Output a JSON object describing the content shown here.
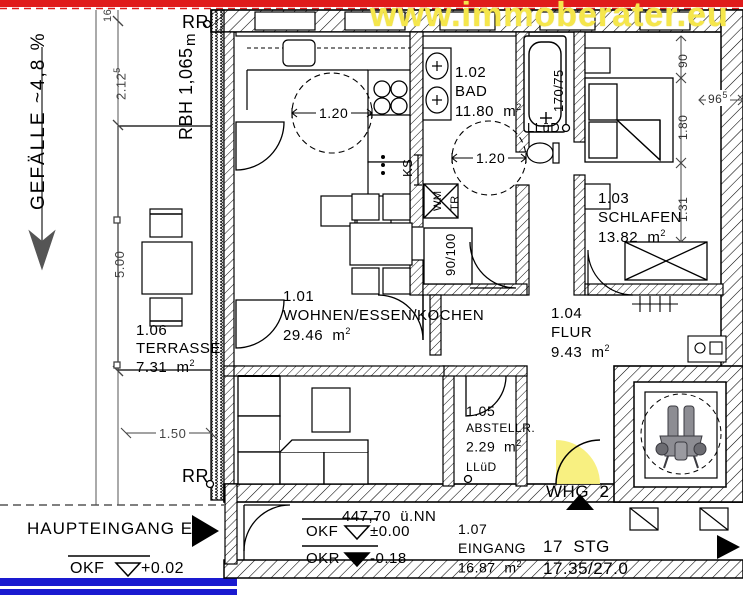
{
  "watermark": {
    "text": "www.immoberater.eu",
    "color": "#f5e64b"
  },
  "top_strip": {
    "color": "#e01b1b"
  },
  "bottom_strip": {
    "color": "#1a1ad0"
  },
  "rooms": [
    {
      "id": "room-101",
      "number": "1.01",
      "name": "WOHNEN/ESSEN/KOCHEN",
      "area": "29.46",
      "unit": "m"
    },
    {
      "id": "room-102",
      "number": "1.02",
      "name": "BAD",
      "area": "11.80",
      "unit": "m"
    },
    {
      "id": "room-103",
      "number": "1.03",
      "name": "SCHLAFEN",
      "area": "13.82",
      "unit": "m"
    },
    {
      "id": "room-104",
      "number": "1.04",
      "name": "FLUR",
      "area": "9.43",
      "unit": "m"
    },
    {
      "id": "room-105",
      "number": "1.05",
      "name": "ABSTELLR.",
      "area": "2.29",
      "unit": "m"
    },
    {
      "id": "room-106",
      "number": "1.06",
      "name": "TERRASSE",
      "area": "7.31",
      "unit": "m"
    },
    {
      "id": "room-107",
      "number": "1.07",
      "name": "EINGANG",
      "area": "16.87",
      "unit": "m"
    }
  ],
  "slope_note": {
    "text": "GEFÄLLE ~4,8 %"
  },
  "dimensions": {
    "d_16": "16",
    "d_212": "2.12",
    "d_212_sup": "5",
    "d_500": "5.00",
    "d_150": "1.50",
    "d_rbh": "RBH 1,065",
    "d_rbh_unit": "m",
    "d_90": "90",
    "d_965": "96",
    "d_965_sup": "5",
    "d_180": "1.80",
    "d_131": "1.31",
    "turn_circle_kitchen": "1.20",
    "turn_circle_bath": "1.20",
    "tub": "170/75",
    "shower": "90/100",
    "wm": "WM",
    "tr": "TR",
    "ks": "KS"
  },
  "markers": {
    "rr_top": "RR",
    "rr_bottom": "RR",
    "lluh_bath": "LLüD",
    "lluh_store": "LLüD",
    "whg": "WHG  2"
  },
  "levels": {
    "main_entrance": "HAUPTEINGANG EG",
    "okf_left_label": "OKF",
    "okf_left_value": "+0.02",
    "elevation_nn": "447,70  ü.NN",
    "okf_label": "OKF",
    "okf_value": "±0.00",
    "okr_label": "OKR",
    "okr_value": "-0.18"
  },
  "stairs": {
    "count": "17  STG",
    "ratio": "17.35/27.0"
  }
}
